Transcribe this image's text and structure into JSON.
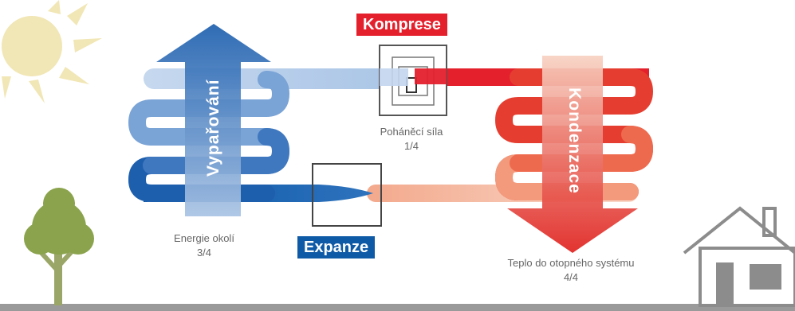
{
  "labels": {
    "komprese": "Komprese",
    "expanze": "Expanze",
    "vyparovani": "Vypařování",
    "kondenzace": "Kondenzace"
  },
  "notes": {
    "drive_title": "Poháněcí síla",
    "drive_ratio": "1/4",
    "ambient_title": "Energie okolí",
    "ambient_ratio": "3/4",
    "heating_title": "Teplo do otopného systému",
    "heating_ratio": "4/4"
  },
  "colors": {
    "komprese_bg": "#e4202c",
    "expanze_bg": "#0f5aa6",
    "evaporator_blue": "#1f62ad",
    "evaporator_light": "#c9d9ee",
    "condenser_red": "#e02a28",
    "condenser_light": "#f6c6b2",
    "sun": "#f1e6b5",
    "tree": "#8aa34c",
    "house": "#8c8c8c",
    "ground": "#9a9a9a"
  },
  "icons": [
    "sun-icon",
    "tree-icon",
    "house-icon",
    "compressor-icon",
    "expansion-valve-icon"
  ]
}
